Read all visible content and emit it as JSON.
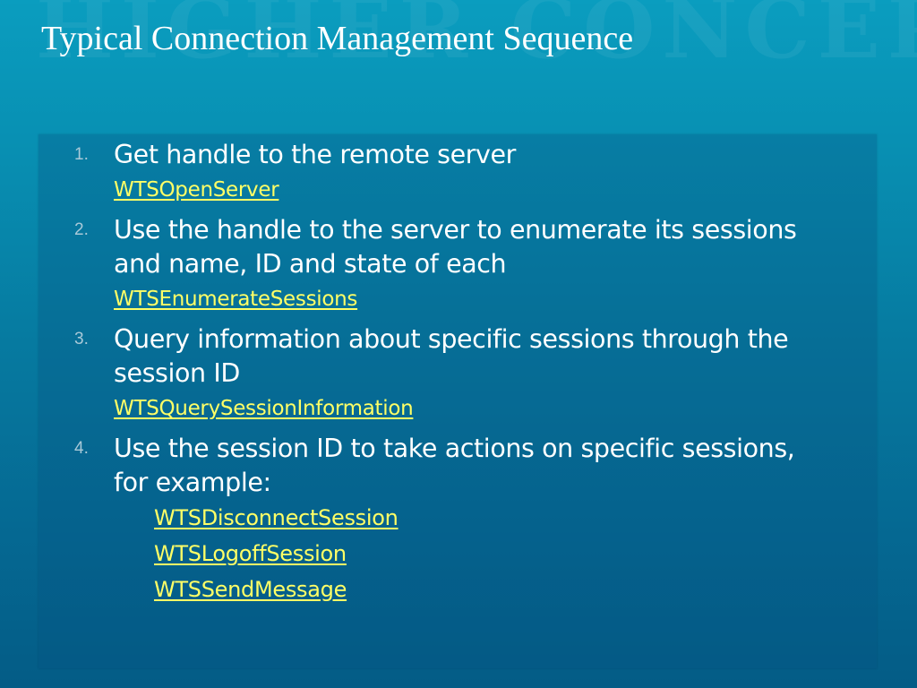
{
  "slide": {
    "watermark": "HIGHER CONCEPT",
    "title": "Typical Connection Management Sequence"
  },
  "steps": [
    {
      "number": "1.",
      "text": "Get handle to the remote server",
      "links": [
        "WTSOpenServer"
      ]
    },
    {
      "number": "2.",
      "text": "Use the handle to the server to enumerate its sessions and name, ID and state of each",
      "links": [
        "WTSEnumerateSessions"
      ]
    },
    {
      "number": "3.",
      "text": "Query information about specific sessions through the session ID",
      "links": [
        "WTSQuerySessionInformation"
      ]
    },
    {
      "number": "4.",
      "text": "Use the session ID to take actions on specific sessions, for example:",
      "sub_links": [
        "WTSDisconnectSession",
        "WTSLogoffSession",
        "WTSSendMessage"
      ]
    }
  ],
  "colors": {
    "background_top": "#0a9dbf",
    "background_bottom": "#045c86",
    "title": "#ffffff",
    "body_text": "#ffffff",
    "link": "#ffff66",
    "number": "#a9c9d8"
  }
}
